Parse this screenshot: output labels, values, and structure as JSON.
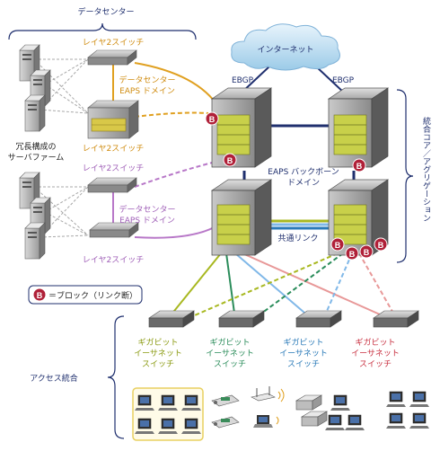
{
  "labels": {
    "datacenter": "データセンター",
    "l2switch_top": "レイヤ2スイッチ",
    "l2switch_top_bottom": "レイヤ2スイッチ",
    "dc_eaps_top_1": "データセンター",
    "dc_eaps_top_2": "EAPS ドメイン",
    "redundant_1": "冗長構成の",
    "redundant_2": "サーバファーム",
    "l2switch_bottom": "レイヤ2スイッチ",
    "l2switch_bottom_bottom": "レイヤ2スイッチ",
    "dc_eaps_bottom_1": "データセンター",
    "dc_eaps_bottom_2": "EAPS ドメイン",
    "internet": "インターネット",
    "ebgp_left": "EBGP",
    "ebgp_right": "EBGP",
    "eaps_backbone_1": "EAPS バックボーン",
    "eaps_backbone_2": "ドメイン",
    "shared_link": "共通リンク",
    "core_aggregation": "統合コア／アグリゲーション",
    "block_legend": "＝ブロック（リンク断）",
    "block_badge": "B",
    "access_integration": "アクセス統合",
    "gige_1_1": "ギガビット",
    "gige_1_2": "イーサネット",
    "gige_1_3": "スイッチ",
    "gige_2_1": "ギガビット",
    "gige_2_2": "イーサネット",
    "gige_2_3": "スイッチ",
    "gige_3_1": "ギガビット",
    "gige_3_2": "イーサネット",
    "gige_3_3": "スイッチ",
    "gige_4_1": "ギガビット",
    "gige_4_2": "イーサネット",
    "gige_4_3": "スイッチ"
  },
  "colors": {
    "orange": "#e0a020",
    "purple": "#b878c8",
    "navy": "#1f2f6e",
    "olive": "#a8b820",
    "green": "#2a8c5a",
    "lightblue": "#80b8e8",
    "blue": "#2a7ab8",
    "pink": "#e89898",
    "red": "#c83040",
    "block": "#b02038"
  }
}
